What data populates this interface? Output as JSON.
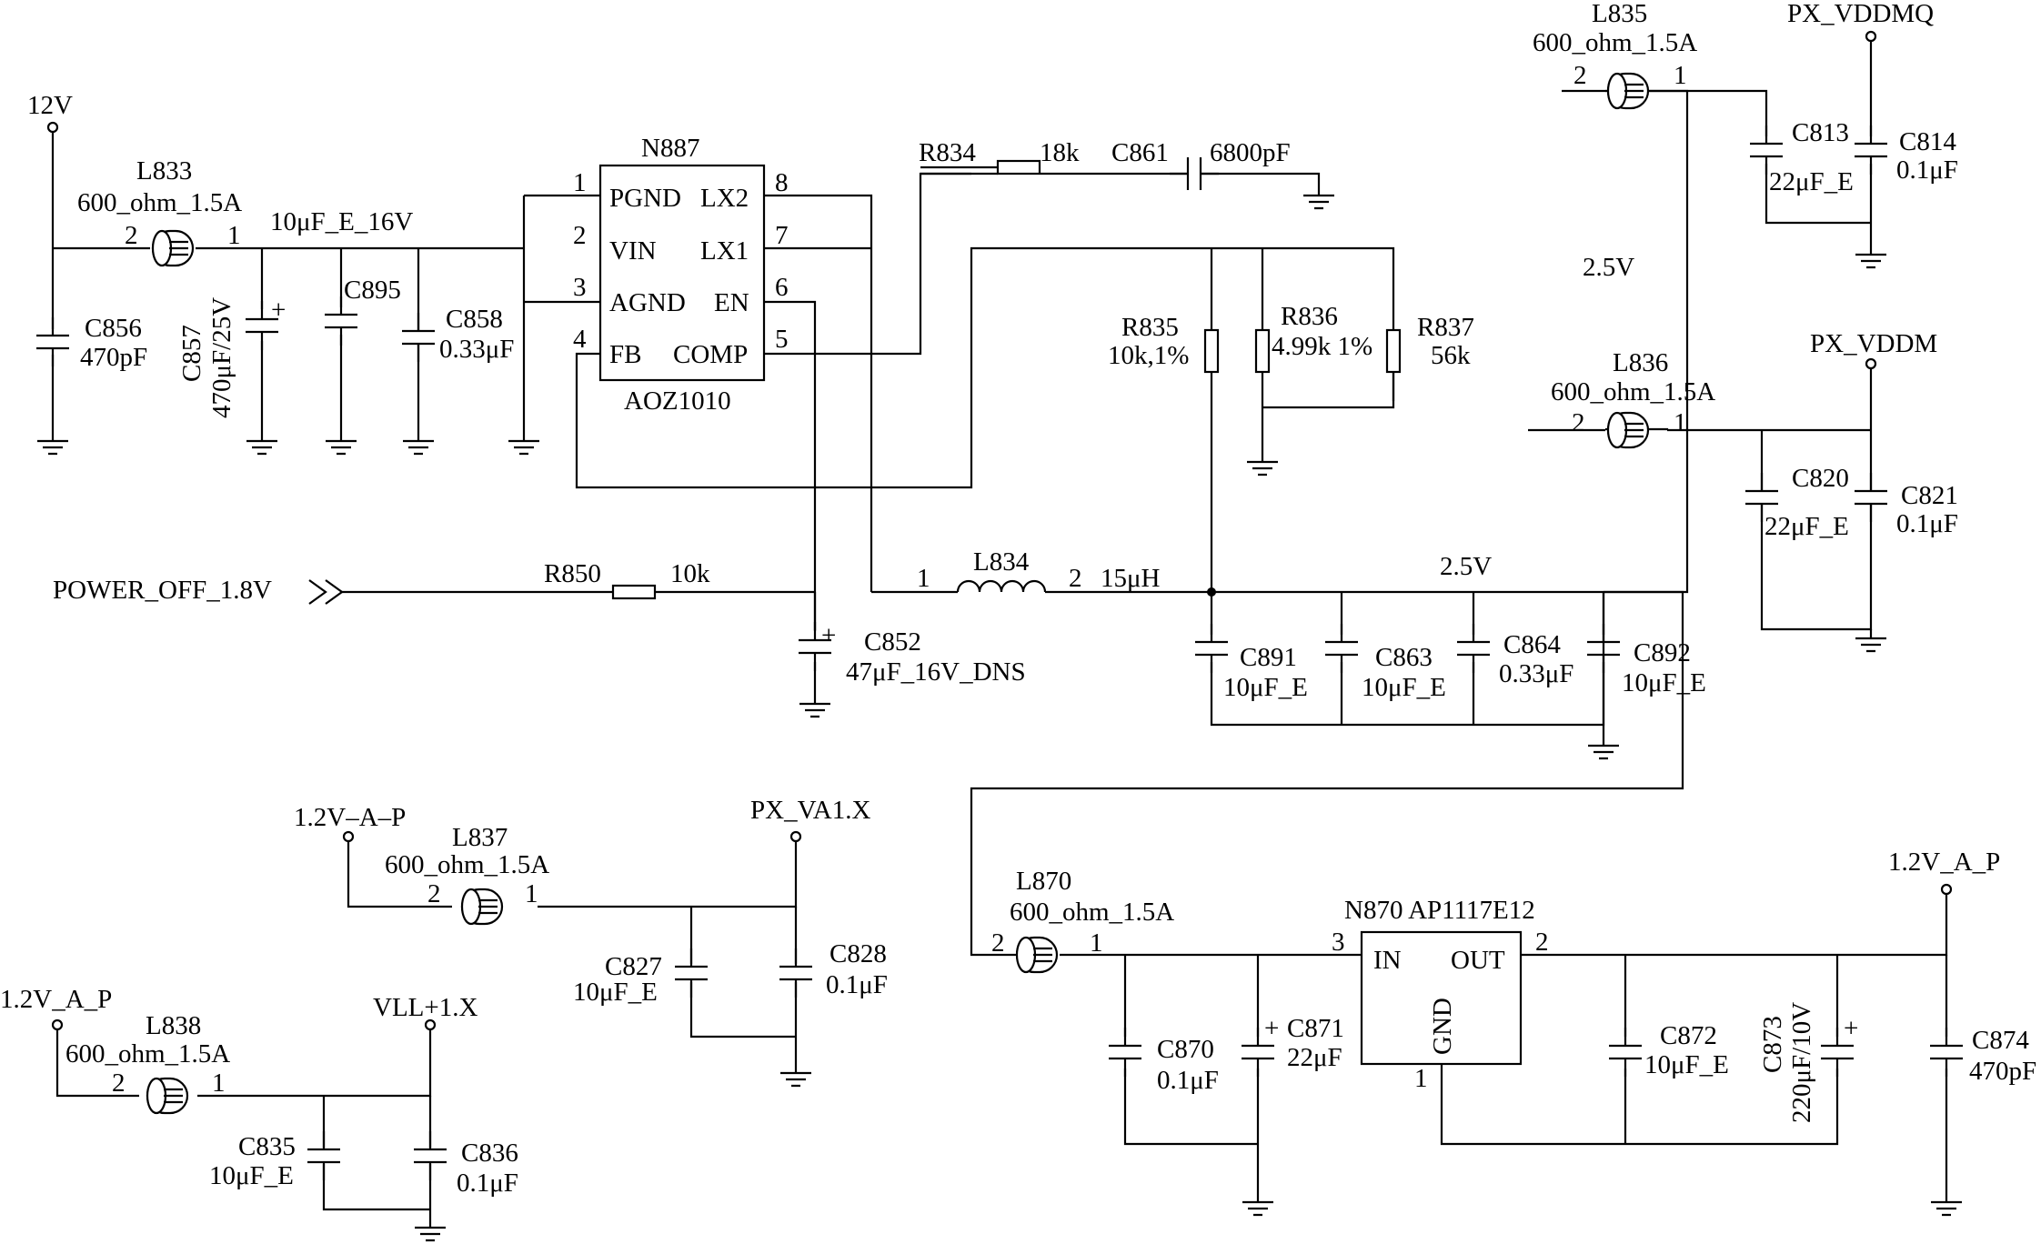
{
  "rails": {
    "v12": "12V",
    "px_vddmq": "PX_VDDMQ",
    "px_vddm": "PX_VDDM",
    "px_va1x": "PX_VA1.X",
    "v12_a_p_in": "1.2V–A–P",
    "v12_a_p_left": "1.2V_A_P",
    "vll1x": "VLL+1.X",
    "v12_a_p_out": "1.2V_A_P",
    "power_off": "POWER_OFF_1.8V",
    "v25_a": "2.5V",
    "v25_b": "2.5V"
  },
  "ic_n887": {
    "ref": "N887",
    "part": "AOZ1010",
    "pins": [
      {
        "num": "1",
        "name": "PGND"
      },
      {
        "num": "2",
        "name": "VIN"
      },
      {
        "num": "3",
        "name": "AGND"
      },
      {
        "num": "4",
        "name": "FB"
      },
      {
        "num": "8",
        "name": "LX2"
      },
      {
        "num": "7",
        "name": "LX1"
      },
      {
        "num": "6",
        "name": "EN"
      },
      {
        "num": "5",
        "name": "COMP"
      }
    ]
  },
  "ic_n870": {
    "title": "N870 AP1117E12",
    "in_label": "IN",
    "out_label": "OUT",
    "gnd_label": "GND",
    "pin_in": "3",
    "pin_out": "2",
    "pin_gnd": "1"
  },
  "ferrites": {
    "l833": {
      "ref": "L833",
      "value": "600_ohm_1.5A",
      "p2": "2",
      "p1": "1"
    },
    "l835": {
      "ref": "L835",
      "value": "600_ohm_1.5A",
      "p2": "2",
      "p1": "1"
    },
    "l836": {
      "ref": "L836",
      "value": "600_ohm_1.5A",
      "p2": "2",
      "p1": "1"
    },
    "l837": {
      "ref": "L837",
      "value": "600_ohm_1.5A",
      "p2": "2",
      "p1": "1"
    },
    "l838": {
      "ref": "L838",
      "value": "600_ohm_1.5A",
      "p2": "2",
      "p1": "1"
    },
    "l870": {
      "ref": "L870",
      "value": "600_ohm_1.5A",
      "p2": "2",
      "p1": "1"
    }
  },
  "inductor_l834": {
    "ref": "L834",
    "value": "15μH",
    "p1": "1",
    "p2": "2"
  },
  "resistors": {
    "r834": {
      "ref": "R834",
      "value": "18k"
    },
    "r835": {
      "ref": "R835",
      "value": "10k,1%"
    },
    "r836": {
      "ref": "R836",
      "value": "4.99k 1%"
    },
    "r837": {
      "ref": "R837",
      "value": "56k"
    },
    "r850": {
      "ref": "R850",
      "value": "10k"
    }
  },
  "capacitors": {
    "c856": {
      "ref": "C856",
      "value": "470pF"
    },
    "c857": {
      "ref": "C857",
      "value": "470μF/25V"
    },
    "c895": {
      "ref": "C895",
      "value": "10μF_E_16V"
    },
    "c858": {
      "ref": "C858",
      "value": "0.33μF"
    },
    "c861": {
      "ref": "C861",
      "value": "6800pF"
    },
    "c852": {
      "ref": "C852",
      "value": "47μF_16V_DNS"
    },
    "c891": {
      "ref": "C891",
      "value": "10μF_E"
    },
    "c863": {
      "ref": "C863",
      "value": "10μF_E"
    },
    "c864": {
      "ref": "C864",
      "value": "0.33μF"
    },
    "c892": {
      "ref": "C892",
      "value": "10μF_E"
    },
    "c813": {
      "ref": "C813",
      "value": "22μF_E"
    },
    "c814": {
      "ref": "C814",
      "value": "0.1μF"
    },
    "c820": {
      "ref": "C820",
      "value": "22μF_E"
    },
    "c821": {
      "ref": "C821",
      "value": "0.1μF"
    },
    "c827": {
      "ref": "C827",
      "value": "10μF_E"
    },
    "c828": {
      "ref": "C828",
      "value": "0.1μF"
    },
    "c835": {
      "ref": "C835",
      "value": "10μF_E"
    },
    "c836": {
      "ref": "C836",
      "value": "0.1μF"
    },
    "c870": {
      "ref": "C870",
      "value": "0.1μF"
    },
    "c871": {
      "ref": "C871",
      "value": "22μF"
    },
    "c872": {
      "ref": "C872",
      "value": "10μF_E"
    },
    "c873": {
      "ref": "C873",
      "value": "220μF/10V"
    },
    "c874": {
      "ref": "C874",
      "value": "470pF"
    }
  },
  "polarity_mark": "+"
}
